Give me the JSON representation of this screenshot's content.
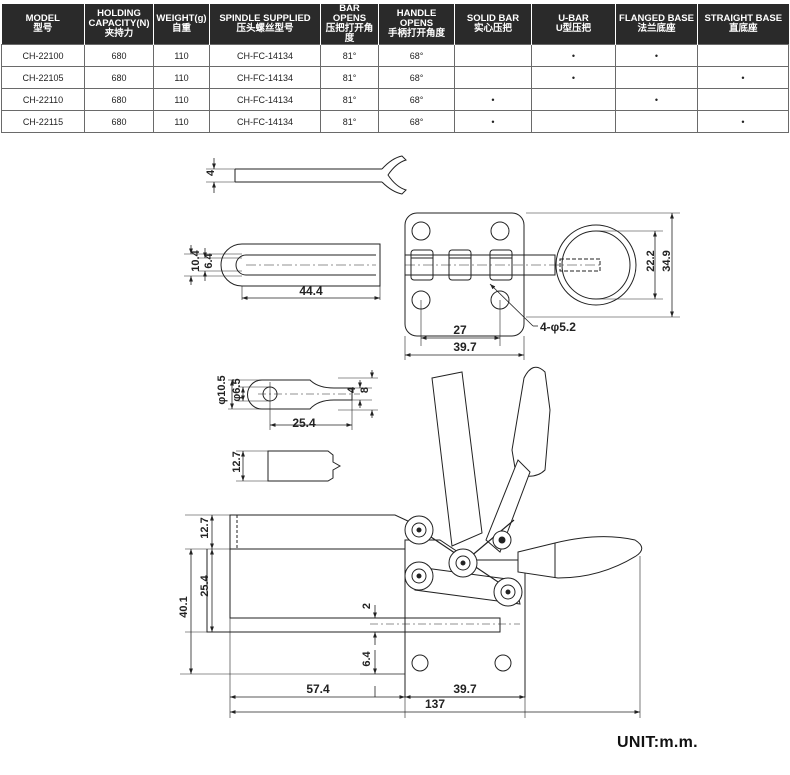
{
  "table": {
    "headers": [
      {
        "en": "MODEL",
        "zh": "型号"
      },
      {
        "en": "HOLDING CAPACITY(N)",
        "zh": "夹持力"
      },
      {
        "en": "WEIGHT(g)",
        "zh": "自重"
      },
      {
        "en": "SPINDLE SUPPLIED",
        "zh": "压头螺丝型号"
      },
      {
        "en": "BAR OPENS",
        "zh": "压把打开角度"
      },
      {
        "en": "HANDLE OPENS",
        "zh": "手柄打开角度"
      },
      {
        "en": "SOLID BAR",
        "zh": "实心压把"
      },
      {
        "en": "U-BAR",
        "zh": "U型压把"
      },
      {
        "en": "FLANGED BASE",
        "zh": "法兰底座"
      },
      {
        "en": "STRAIGHT BASE",
        "zh": "直底座"
      }
    ],
    "rows": [
      [
        "CH-22100",
        "680",
        "110",
        "CH-FC-14134",
        "81°",
        "68°",
        "",
        "•",
        "•",
        ""
      ],
      [
        "CH-22105",
        "680",
        "110",
        "CH-FC-14134",
        "81°",
        "68°",
        "",
        "•",
        "",
        "•"
      ],
      [
        "CH-22110",
        "680",
        "110",
        "CH-FC-14134",
        "81°",
        "68°",
        "•",
        "",
        "•",
        ""
      ],
      [
        "CH-22115",
        "680",
        "110",
        "CH-FC-14134",
        "81°",
        "68°",
        "•",
        "",
        "",
        "•"
      ]
    ]
  },
  "drawing": {
    "dims": {
      "bar_thickness": "4",
      "slot_outer": "10.4",
      "slot_inner": "6.4",
      "bar_length": "44.4",
      "circle_inner": "22.2",
      "circle_outer": "34.9",
      "hole_spacing": "27",
      "base_width": "39.7",
      "holes": "4-φ5.2",
      "spindle_outer": "φ10.5",
      "spindle_inner": "φ6.5",
      "spindle_slot_a": "4",
      "spindle_slot_b": "8",
      "spindle_length": "25.4",
      "solid_bar_h": "12.7",
      "side_top": "12.7",
      "side_mid": "25.4",
      "side_total": "40.1",
      "side_gap": "2",
      "side_base": "6.4",
      "side_reach": "57.4",
      "side_base_w": "39.7",
      "overall": "137"
    },
    "unit": "UNIT:m.m."
  }
}
